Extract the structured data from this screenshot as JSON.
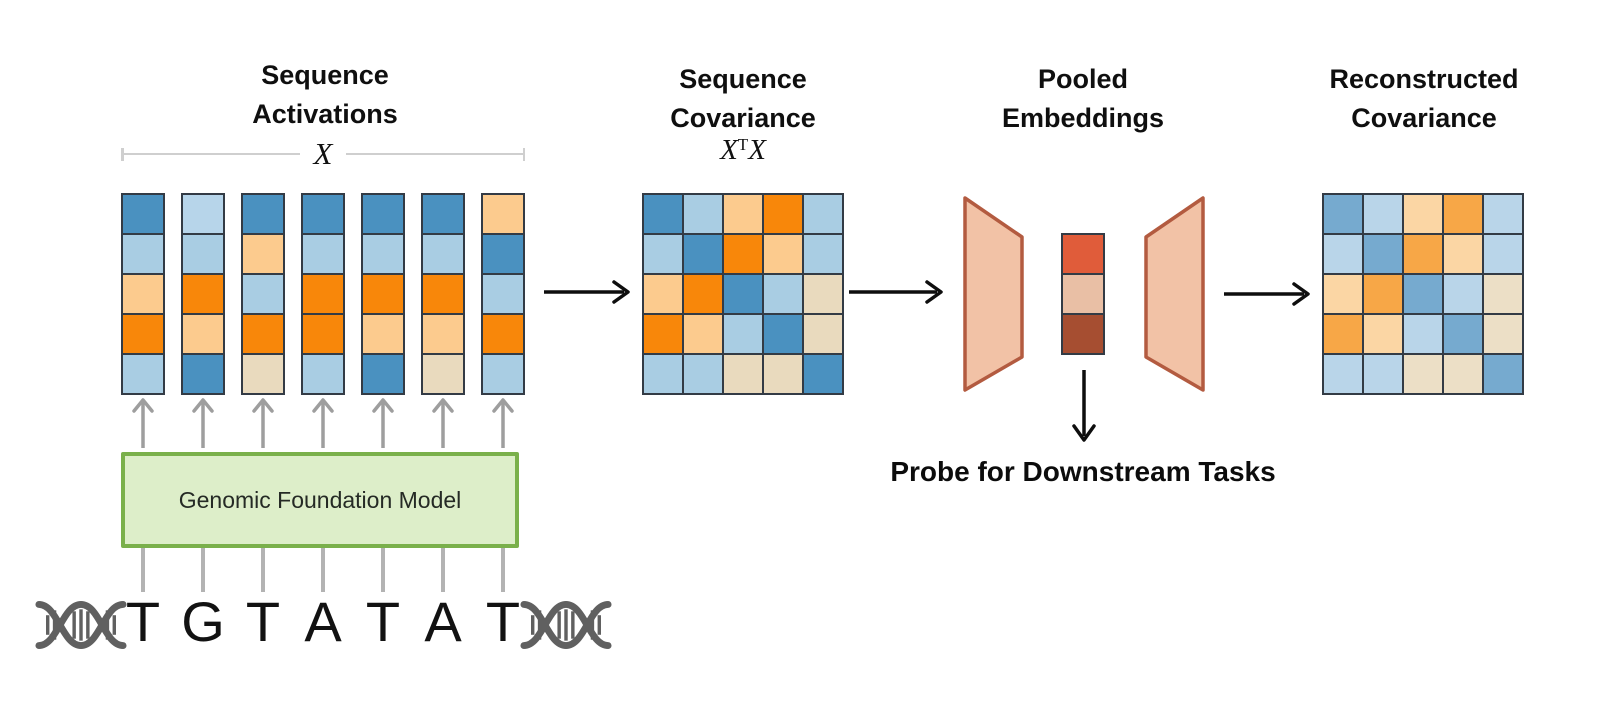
{
  "sections": {
    "activations": {
      "title": [
        "Sequence",
        "Activations"
      ],
      "math_label": "X"
    },
    "covariance": {
      "title": [
        "Sequence",
        "Covariance"
      ],
      "math_base1": "X",
      "math_sup": "T",
      "math_base2": "X"
    },
    "pooled": {
      "title": [
        "Pooled",
        "Embeddings"
      ],
      "probe_label": "Probe for Downstream Tasks"
    },
    "reconstructed": {
      "title": [
        "Reconstructed",
        "Covariance"
      ]
    },
    "model": {
      "label": "Genomic Foundation Model"
    },
    "dna": {
      "sequence": [
        "T",
        "G",
        "T",
        "A",
        "T",
        "A",
        "T"
      ]
    }
  },
  "colors": {
    "background": "#ffffff",
    "grid_line": "#333b45",
    "matrix_colors": {
      "B": "#4a91c0",
      "b": "#a9cde3",
      "L": "#b7d5ea",
      "O": "#f8870a",
      "o": "#fccb8e",
      "t": "#e9dabe"
    },
    "reconstructed_colors": {
      "B": "#76aacf",
      "b": "#b9d5e9",
      "L": "#c2dcee",
      "O": "#f7a747",
      "o": "#fbd6a4",
      "t": "#ecdfc6"
    },
    "embedding_cells": [
      "#e05c3a",
      "#e9bfa5",
      "#a64e31"
    ],
    "trapezoid_fill": "#f2c2a6",
    "trapezoid_border": "#b35b40",
    "model_box_fill": "#ddeec9",
    "model_box_border": "#7ab04b",
    "flow_arrow": "#0e0e0e",
    "input_arrow_gray": "#9e9e9e",
    "stub_gray": "#b3b3b3",
    "bracket_gray": "#cfcfcf",
    "dna_icon_gray": "#606060"
  },
  "grids": {
    "activation_columns": [
      [
        "B",
        "b",
        "o",
        "O",
        "b"
      ],
      [
        "L",
        "b",
        "O",
        "o",
        "B"
      ],
      [
        "B",
        "o",
        "b",
        "O",
        "t"
      ],
      [
        "B",
        "b",
        "O",
        "O",
        "b"
      ],
      [
        "B",
        "b",
        "O",
        "o",
        "B"
      ],
      [
        "B",
        "b",
        "O",
        "o",
        "t"
      ],
      [
        "o",
        "B",
        "b",
        "O",
        "b"
      ]
    ],
    "covariance_matrix": [
      [
        "B",
        "b",
        "o",
        "O",
        "b"
      ],
      [
        "b",
        "B",
        "O",
        "o",
        "b"
      ],
      [
        "o",
        "O",
        "B",
        "b",
        "t"
      ],
      [
        "O",
        "o",
        "b",
        "B",
        "t"
      ],
      [
        "b",
        "b",
        "t",
        "t",
        "B"
      ]
    ],
    "reconstructed_matrix": [
      [
        "B",
        "b",
        "o",
        "O",
        "b"
      ],
      [
        "b",
        "B",
        "O",
        "o",
        "b"
      ],
      [
        "o",
        "O",
        "B",
        "b",
        "t"
      ],
      [
        "O",
        "o",
        "b",
        "B",
        "t"
      ],
      [
        "b",
        "b",
        "t",
        "t",
        "B"
      ]
    ]
  }
}
